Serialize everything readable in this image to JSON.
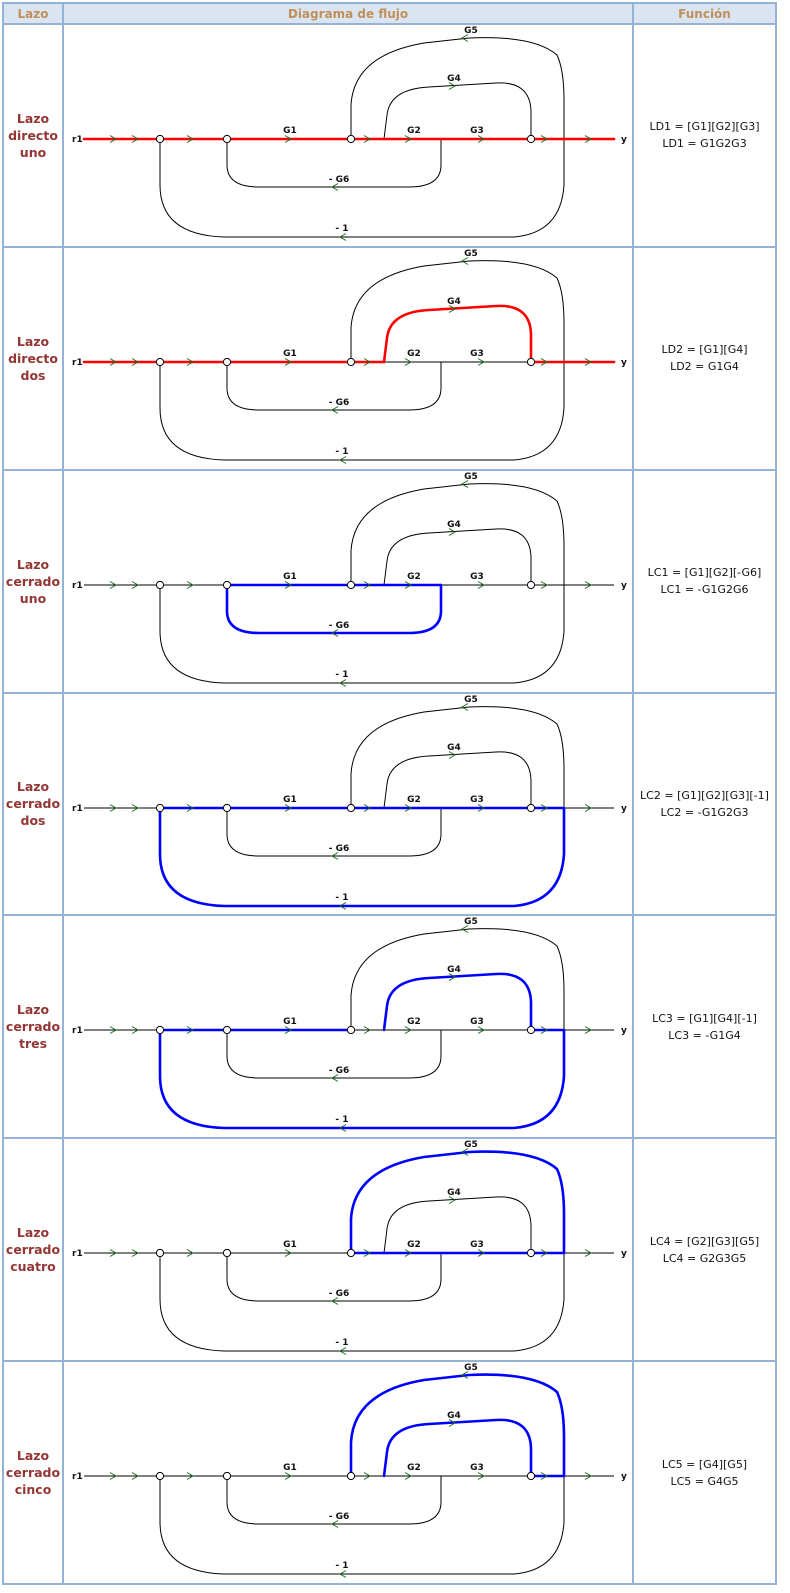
{
  "headers": {
    "lazo": "Lazo",
    "diagrama": "Diagrama de flujo",
    "funcion": "Función"
  },
  "diagram_labels": {
    "input": "r1",
    "output": "y",
    "g1": "G1",
    "g2": "G2",
    "g3": "G3",
    "g4": "G4",
    "g5": "G5",
    "g6": "- G6",
    "neg1": "- 1"
  },
  "colors": {
    "direct": "#ff0000",
    "closed": "#0000ff",
    "line": "#000000",
    "arrow": "#1f6b1f",
    "grid": "#95b3d7"
  },
  "rows": [
    {
      "label_lines": [
        "Lazo",
        "directo",
        "uno"
      ],
      "f1": "LD1 = [G1][G2][G3]",
      "f2": "LD1 = G1G2G3",
      "color": "#ff0000",
      "highlight": [
        "a0",
        "a1",
        "a2",
        "a3",
        "a4",
        "a5",
        "a6"
      ]
    },
    {
      "label_lines": [
        "Lazo",
        "directo",
        "dos"
      ],
      "f1": "LD2 = [G1][G4]",
      "f2": "LD2 = G1G4",
      "color": "#ff0000",
      "highlight": [
        "a0",
        "a1",
        "a2",
        "a3",
        "g4",
        "a5",
        "a6"
      ]
    },
    {
      "label_lines": [
        "Lazo",
        "cerrado",
        "uno"
      ],
      "f1": "LC1 = [G1][G2][-G6]",
      "f2": "LC1 = -G1G2G6",
      "color": "#0000ff",
      "highlight": [
        "a2",
        "a3",
        "a4a",
        "g6"
      ]
    },
    {
      "label_lines": [
        "Lazo",
        "cerrado",
        "dos"
      ],
      "f1": "LC2 = [G1][G2][G3][-1]",
      "f2": "LC2 = -G1G2G3",
      "color": "#0000ff",
      "highlight": [
        "a1",
        "a2",
        "a3",
        "a4",
        "a5",
        "n1"
      ]
    },
    {
      "label_lines": [
        "Lazo",
        "cerrado",
        "tres"
      ],
      "f1": "LC3 = [G1][G4][-1]",
      "f2": "LC3 = -G1G4",
      "color": "#0000ff",
      "highlight": [
        "a1",
        "a2",
        "g4",
        "a5",
        "n1"
      ]
    },
    {
      "label_lines": [
        "Lazo",
        "cerrado",
        "cuatro"
      ],
      "f1": "LC4 = [G2][G3][G5]",
      "f2": "LC4 = G2G3G5",
      "color": "#0000ff",
      "highlight": [
        "a3",
        "a4",
        "a5",
        "g5"
      ]
    },
    {
      "label_lines": [
        "Lazo",
        "cerrado",
        "cinco"
      ],
      "f1": "LC5 = [G4][G5]",
      "f2": "LC5 = G4G5",
      "color": "#0000ff",
      "highlight": [
        "g4",
        "a5",
        "g5"
      ]
    }
  ]
}
